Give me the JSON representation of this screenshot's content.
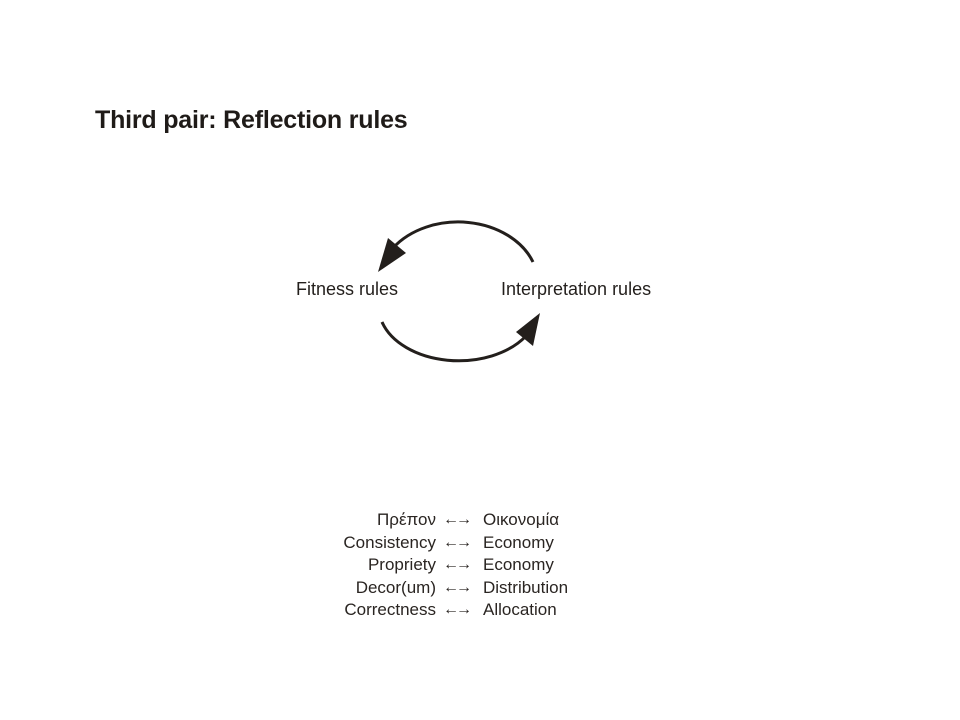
{
  "slide": {
    "title": "Third pair: Reflection rules"
  },
  "diagram": {
    "left_node": "Fitness rules",
    "right_node": "Interpretation rules",
    "arrow_icon": "curved-arrow"
  },
  "pairs": [
    {
      "left": "Πρέπον",
      "arrow": "←→",
      "right": "Οικονομία"
    },
    {
      "left": "Consistency",
      "arrow": "←→",
      "right": "Economy"
    },
    {
      "left": "Propriety",
      "arrow": "←→",
      "right": "Economy"
    },
    {
      "left": "Decor(um)",
      "arrow": "←→",
      "right": "Distribution"
    },
    {
      "left": "Correctness",
      "arrow": "←→",
      "right": "Allocation"
    }
  ]
}
